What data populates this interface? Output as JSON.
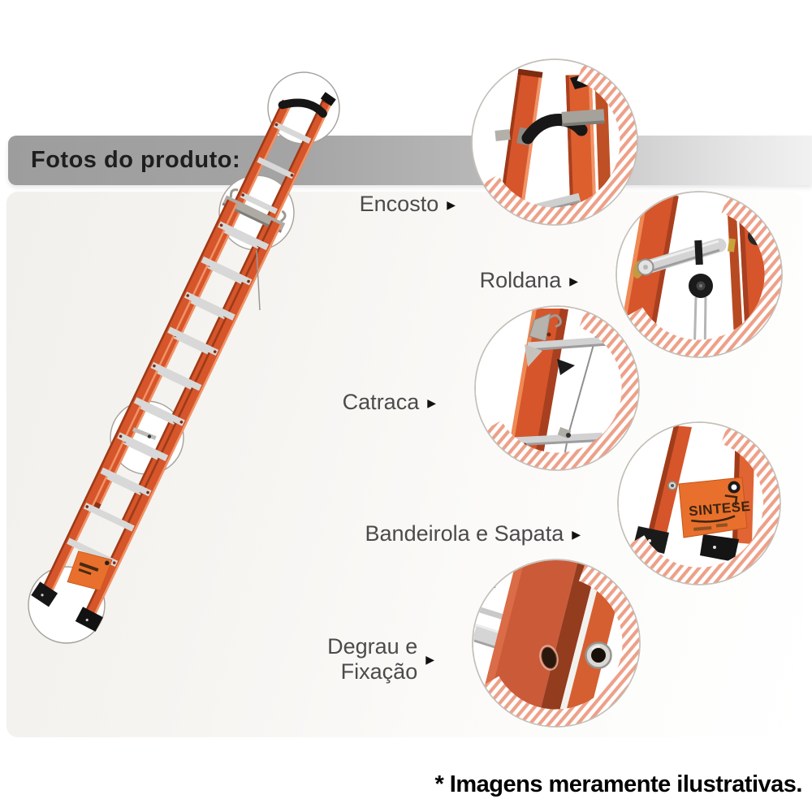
{
  "header": {
    "title": "Fotos do produto:"
  },
  "labels": {
    "encosto": "Encosto",
    "roldana": "Roldana",
    "catraca": "Catraca",
    "bandeirola": "Bandeirola e Sapata",
    "degrau_line1": "Degrau e",
    "degrau_line2": "Fixação"
  },
  "ui": {
    "arrow": "▶"
  },
  "product": {
    "flag_logo": "SINTESE"
  },
  "footer": {
    "disclaimer": "* Imagens meramente ilustrativas."
  },
  "colors": {
    "ladder_orange": "#d6552a",
    "ladder_dark_edge": "#9c3a18",
    "ladder_highlight": "#f19366",
    "rung_silver": "#d6d6d6",
    "stripe_salmon": "#eda088",
    "header_gray": "#9d9d9d",
    "label_gray": "#4b4b4b"
  }
}
